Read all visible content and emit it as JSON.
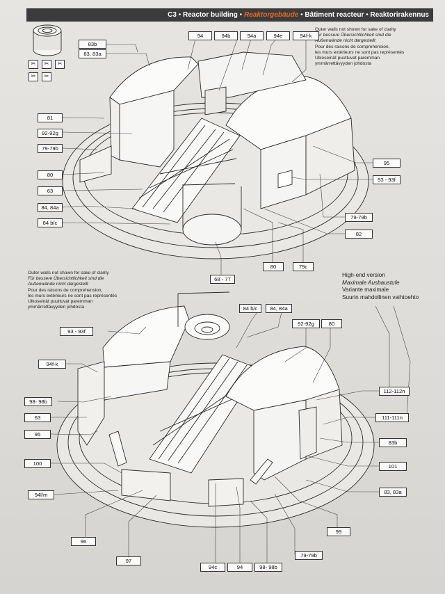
{
  "header": {
    "code": "C3",
    "en": "Reactor building",
    "de": "Reaktorgebäude",
    "fr": "Bâtiment reacteur",
    "fi": "Reaktorirakennus",
    "sep": "•"
  },
  "note_top": {
    "en": "Outer walls not shown for sake of clarity",
    "de": "Für bessere Übersichtlichkeit sind die",
    "de2": "Außenwände nicht dargestellt",
    "fr": "Pour des raisons de comprehension,",
    "fr2": "les murs extérieurs ne sont pas représentés",
    "fi": "Ulkoseinät puuttuvat paremman",
    "fi2": "ymmärrettävyyden johdosta"
  },
  "note_bottom": {
    "en": "Outer walls not shown for sake of clarity",
    "de": "Für bessere Übersichtlichkeit sind die",
    "de2": "Außenwände nicht dargestellt",
    "fr": "Pour des raisons de comprehension,",
    "fr2": "les murs extérieurs ne sont pas représentés",
    "fi": "Ulkoseinät puuttuvat paremman",
    "fi2": "ymmärrettävyyden johdosta"
  },
  "version": {
    "en": "High-end version",
    "de": "Maximale Ausbaustufe",
    "fr": "Variante maximale",
    "fi": "Suurin mahdollinen vaihtoehto"
  },
  "tools": [
    "✂",
    "✂",
    "✂",
    "✂",
    "✂"
  ],
  "top_labels": {
    "l83b": "83b",
    "l8383a": "83, 83a",
    "l94": "94",
    "l94b": "94b",
    "l94a": "94a",
    "l94e": "94e",
    "l94fk": "94f-k",
    "l81": "81",
    "l9292g": "92-92g",
    "l7979b": "79-79b",
    "l80a": "80",
    "l63": "63",
    "l8484a": "84, 84a",
    "l84bc": "84 b/c",
    "l95": "95",
    "l9393f": "93 - 93f",
    "l7979b_r": "79-79b",
    "l82": "82",
    "l80b": "80",
    "l79c": "79c"
  },
  "bottom_labels": {
    "l6877": "68 - 77",
    "l84bc": "84 b/c",
    "l8484a": "84, 84a",
    "l9292g": "92-92g",
    "l80": "80",
    "l9393f": "93 - 93f",
    "l94fk": "94f-k",
    "l9898b": "98- 98b",
    "l63": "63",
    "l95": "95",
    "l100": "100",
    "l94lm": "94l/m",
    "l96": "96",
    "l97": "97",
    "l94c": "94c",
    "l94": "94",
    "l9898b_b": "98- 98b",
    "l7979b": "79-79b",
    "l99": "99",
    "l112": "112-112n",
    "l111": "111-111n",
    "l83b": "83b",
    "l101": "101",
    "l8383a": "83, 83a"
  }
}
